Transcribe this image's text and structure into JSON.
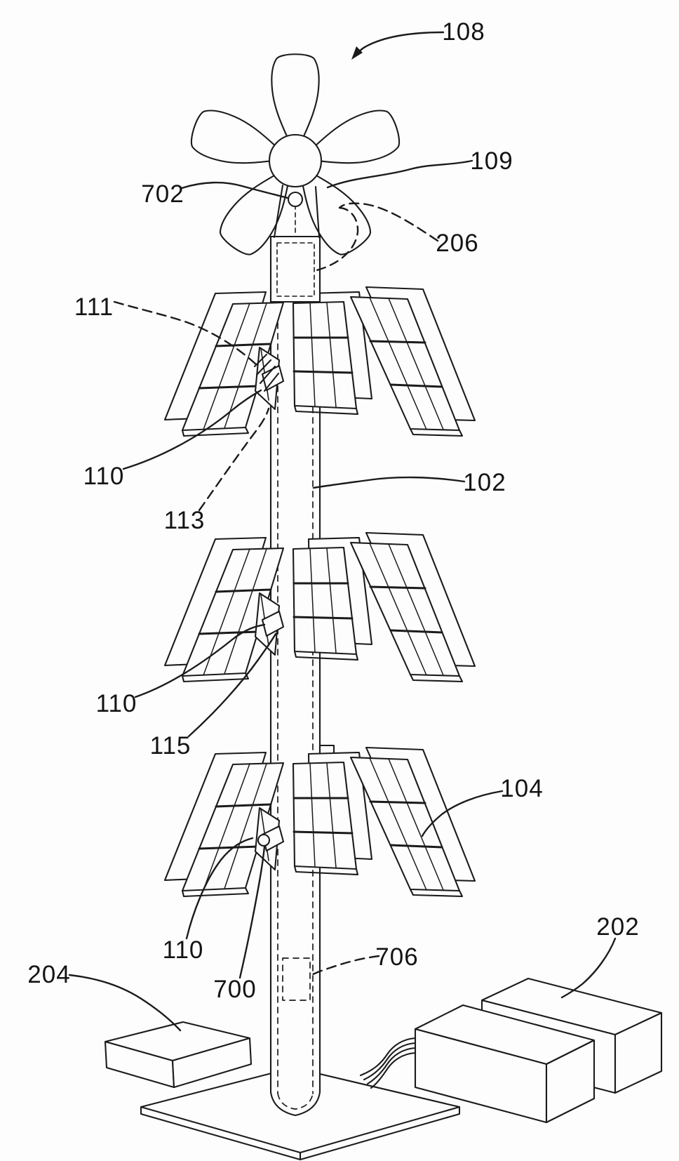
{
  "figure": {
    "ink_color": "#1b1b1b",
    "background_color": "#fdfdfd",
    "labels": [
      {
        "ref": "108",
        "leader": "solid-arrow"
      },
      {
        "ref": "109",
        "leader": "solid"
      },
      {
        "ref": "702",
        "leader": "solid"
      },
      {
        "ref": "206",
        "leader": "dashed"
      },
      {
        "ref": "111",
        "leader": "dashed"
      },
      {
        "ref": "110",
        "leader": "solid"
      },
      {
        "ref": "113",
        "leader": "dashed"
      },
      {
        "ref": "102",
        "leader": "solid"
      },
      {
        "ref": "110",
        "leader": "solid"
      },
      {
        "ref": "115",
        "leader": "solid"
      },
      {
        "ref": "104",
        "leader": "solid"
      },
      {
        "ref": "110",
        "leader": "solid"
      },
      {
        "ref": "700",
        "leader": "solid"
      },
      {
        "ref": "204",
        "leader": "solid"
      },
      {
        "ref": "706",
        "leader": "dashed"
      },
      {
        "ref": "202",
        "leader": "solid"
      }
    ]
  }
}
